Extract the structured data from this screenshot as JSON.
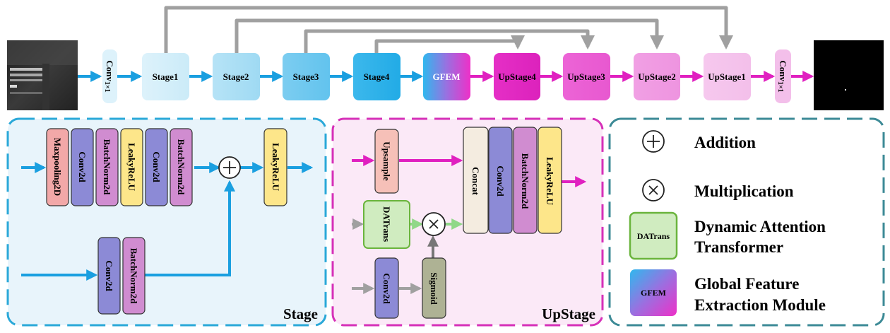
{
  "pipeline": {
    "conv_in": {
      "main": "Conv",
      "sub": "1×1"
    },
    "conv_out": {
      "main": "Conv",
      "sub": "1×1"
    },
    "stages": [
      "Stage1",
      "Stage2",
      "Stage3",
      "Stage4"
    ],
    "gfem": "GFEM",
    "upstages": [
      "UpStage4",
      "UpStage3",
      "UpStage2",
      "UpStage1"
    ]
  },
  "stage_panel": {
    "title": "Stage",
    "main_blocks": [
      "Maxpooling2D",
      "Conv2d",
      "BatchNorm2d",
      "LeakyReLU",
      "Conv2d",
      "BatchNorm2d"
    ],
    "after_add": "LeakyReLU",
    "skip_blocks": [
      "Conv2d",
      "BatchNorm2d"
    ]
  },
  "upstage_panel": {
    "title": "UpStage",
    "upsample": "Upsample",
    "datrans": "DATrans",
    "conv": "Conv2d",
    "sigmoid": "Sigmoid",
    "concat_blocks": [
      "Concat",
      "Conv2d",
      "BatchNorm2d",
      "LeakyReLU"
    ]
  },
  "legend": {
    "addition": "Addition",
    "multiplication": "Multiplication",
    "datrans_icon": "DATrans",
    "datrans_line1": "Dynamic Attention",
    "datrans_line2": "Transformer",
    "gfem_icon": "GFEM",
    "gfem_line1": "Global Feature",
    "gfem_line2": "Extraction Module"
  },
  "colors": {
    "blue_arrow": "#1a9fe0",
    "magenta_arrow": "#e020c0",
    "gray_arrow": "#a0a0a0",
    "green_arrow": "#90d888",
    "stage_panel_bg": "#e8f4fb",
    "stage_panel_border": "#2aa8d8",
    "upstage_panel_bg": "#fbe9f7",
    "upstage_panel_border": "#d630b8",
    "legend_border": "#3c8a96",
    "maxpool": "#f2a8a8",
    "conv": "#8c8ad6",
    "batchnorm": "#d08cd0",
    "leaky": "#fde68a",
    "upsample": "#f6c0b8",
    "datrans": "#d0ecc0",
    "datrans_border": "#6ab43c",
    "sigmoid": "#aeb294",
    "concat": "#f4ece0"
  }
}
